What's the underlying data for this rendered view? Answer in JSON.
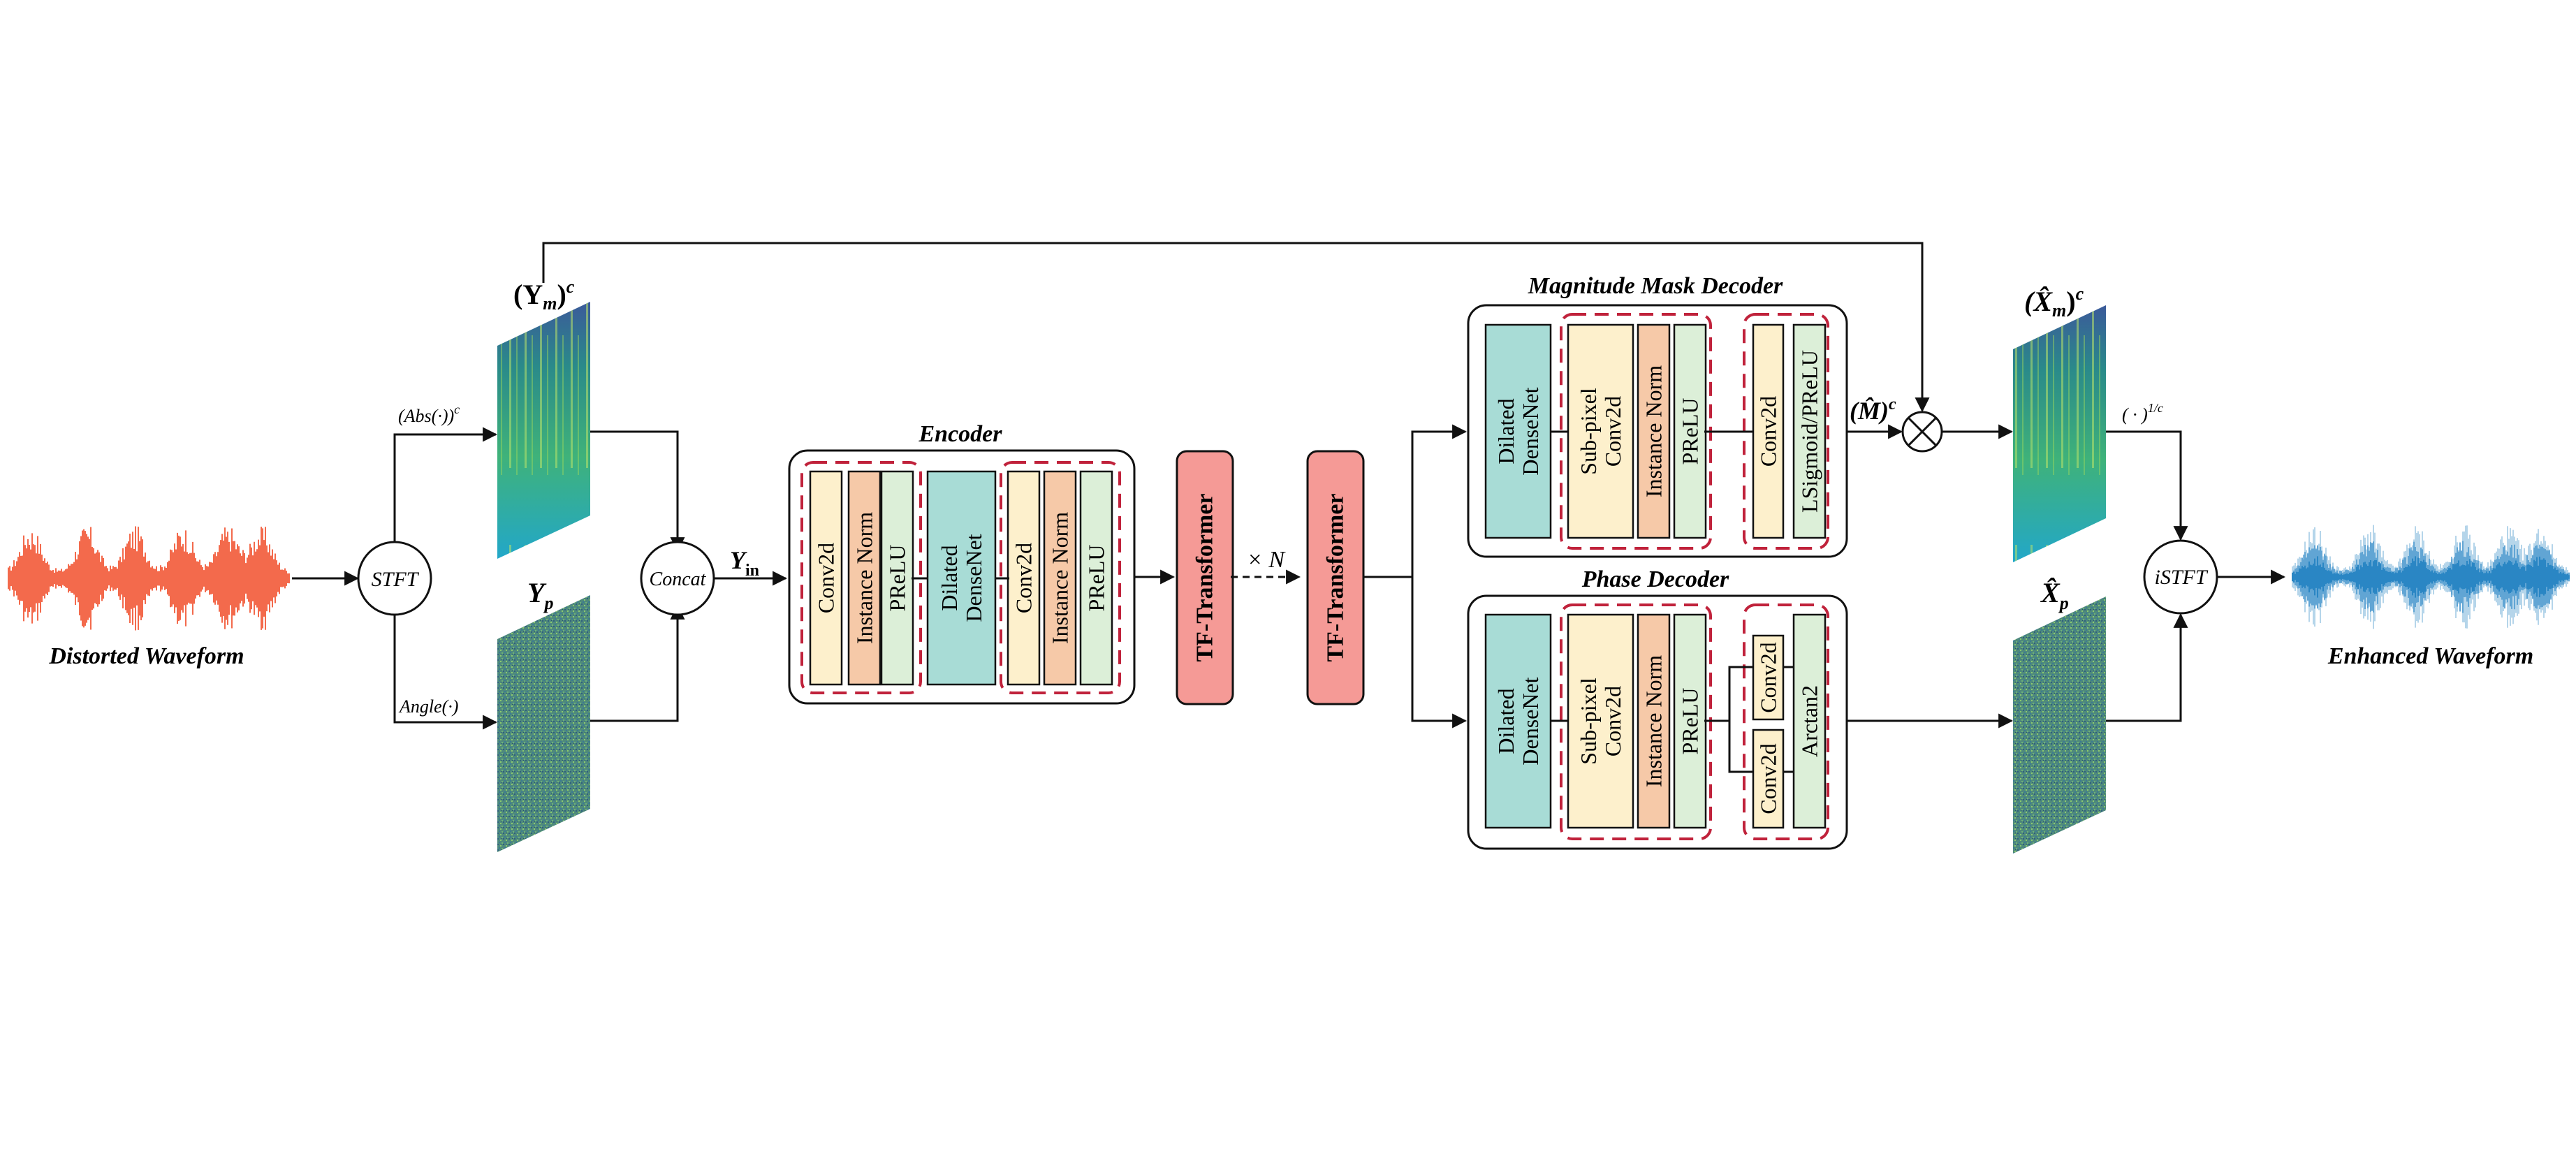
{
  "labels": {
    "distorted_waveform": "Distorted Waveform",
    "enhanced_waveform": "Enhanced Waveform",
    "stft": "STFT",
    "istft": "iSTFT",
    "concat": "Concat",
    "abs": "(Abs(·))",
    "abs_sup": "c",
    "angle": "Angle(·)",
    "ym": "(Y",
    "ym_sub": "m",
    "ym_close": ")",
    "ym_sup": "c",
    "yp": "Y",
    "yp_sub": "p",
    "yin": "Y",
    "yin_sub": "in",
    "times_n": "× N",
    "mhat": "(M̂)",
    "mhat_sup": "c",
    "xm": "(X̂",
    "xm_sub": "m",
    "xm_close": ")",
    "xm_sup": "c",
    "xp": "X̂",
    "xp_sub": "p",
    "inv_power": "( · )",
    "inv_power_sup": "1/c"
  },
  "encoder": {
    "title": "Encoder",
    "blocks": [
      "Conv2d",
      "Instance Norm",
      "PReLU",
      "Dilated DenseNet",
      "Conv2d",
      "Instance Norm",
      "PReLU"
    ]
  },
  "transformers": [
    "TF-Transformer",
    "TF-Transformer"
  ],
  "magnitude_decoder": {
    "title": "Magnitude Mask Decoder",
    "blocks": [
      "Dilated DenseNet",
      "Sub-pixel Conv2d",
      "Instance Norm",
      "PReLU",
      "Conv2d",
      "LSigmoid/PReLU"
    ]
  },
  "phase_decoder": {
    "title": "Phase Decoder",
    "blocks": [
      "Dilated DenseNet",
      "Sub-pixel Conv2d",
      "Instance Norm",
      "PReLU",
      "Conv2d",
      "Conv2d",
      "Arctan2"
    ]
  },
  "colors": {
    "conv": "#fdf0cc",
    "norm": "#f6c9a8",
    "prelu": "#dcefd8",
    "densenet": "#a8dcd6",
    "transformer": "#f59a96",
    "dash": "#c0223b",
    "distorted": "#f36a4c",
    "enhanced": "#2a86c4"
  }
}
